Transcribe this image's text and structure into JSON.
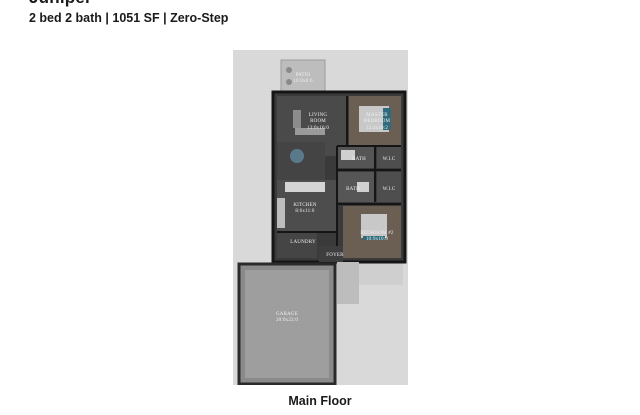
{
  "header": {
    "title": "Juniper",
    "subtitle": "2 bed 2 bath | 1051 SF | Zero-Step"
  },
  "floorplan": {
    "caption": "Main Floor",
    "rooms": {
      "patio": {
        "name": "PATIO",
        "dims": "10:0x6:0"
      },
      "living": {
        "name": "LIVING ROOM",
        "name_line1": "LIVING",
        "name_line2": "ROOM",
        "dims": "13:0x16:0"
      },
      "master": {
        "name_line1": "MASTER",
        "name_line2": "BEDROOM",
        "dims": "12:4x10:2"
      },
      "bath1": {
        "name": "BATH"
      },
      "wic1": {
        "name": "W.I.C"
      },
      "bath2": {
        "name": "BATH"
      },
      "wic2": {
        "name": "W.I.C"
      },
      "kitchen": {
        "name": "KITCHEN",
        "dims": "8:6x11:0"
      },
      "bedroom2": {
        "name": "BEDROOM #2",
        "dims": "10:9x10:0"
      },
      "laundry": {
        "name": "LAUNDRY"
      },
      "foyer": {
        "name": "FOYER"
      },
      "garage": {
        "name": "GARAGE",
        "dims": "20:0x22:0"
      }
    }
  }
}
